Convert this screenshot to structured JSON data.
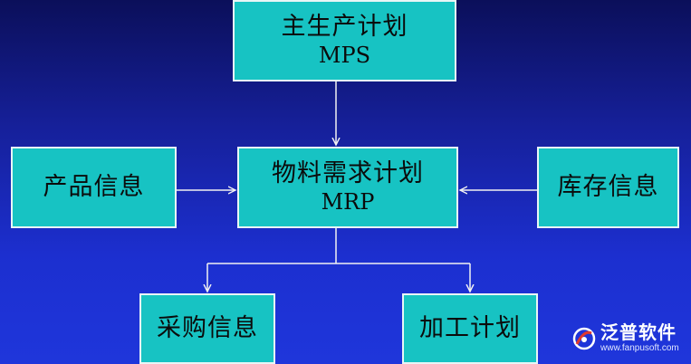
{
  "diagram": {
    "nodes": {
      "mps": {
        "label_cn": "主生产计划",
        "label_en": "MPS"
      },
      "mrp": {
        "label_cn": "物料需求计划",
        "label_en": "MRP"
      },
      "product_info": {
        "label": "产品信息"
      },
      "inventory_info": {
        "label": "库存信息"
      },
      "purchase_info": {
        "label": "采购信息"
      },
      "process_plan": {
        "label": "加工计划"
      }
    },
    "edges": [
      {
        "from": "mps",
        "to": "mrp"
      },
      {
        "from": "product_info",
        "to": "mrp"
      },
      {
        "from": "inventory_info",
        "to": "mrp"
      },
      {
        "from": "mrp",
        "to": "purchase_info"
      },
      {
        "from": "mrp",
        "to": "process_plan"
      }
    ],
    "colors": {
      "node_fill": "#17c3c3",
      "node_border": "#e8f6f6",
      "connector": "#f2f2f2",
      "background_top": "#0b0f5a",
      "background_bottom": "#1f36db"
    }
  },
  "watermark": {
    "brand": "泛普软件",
    "url": "www.fanpusoft.com",
    "icon": "fanpu-logo-icon"
  }
}
